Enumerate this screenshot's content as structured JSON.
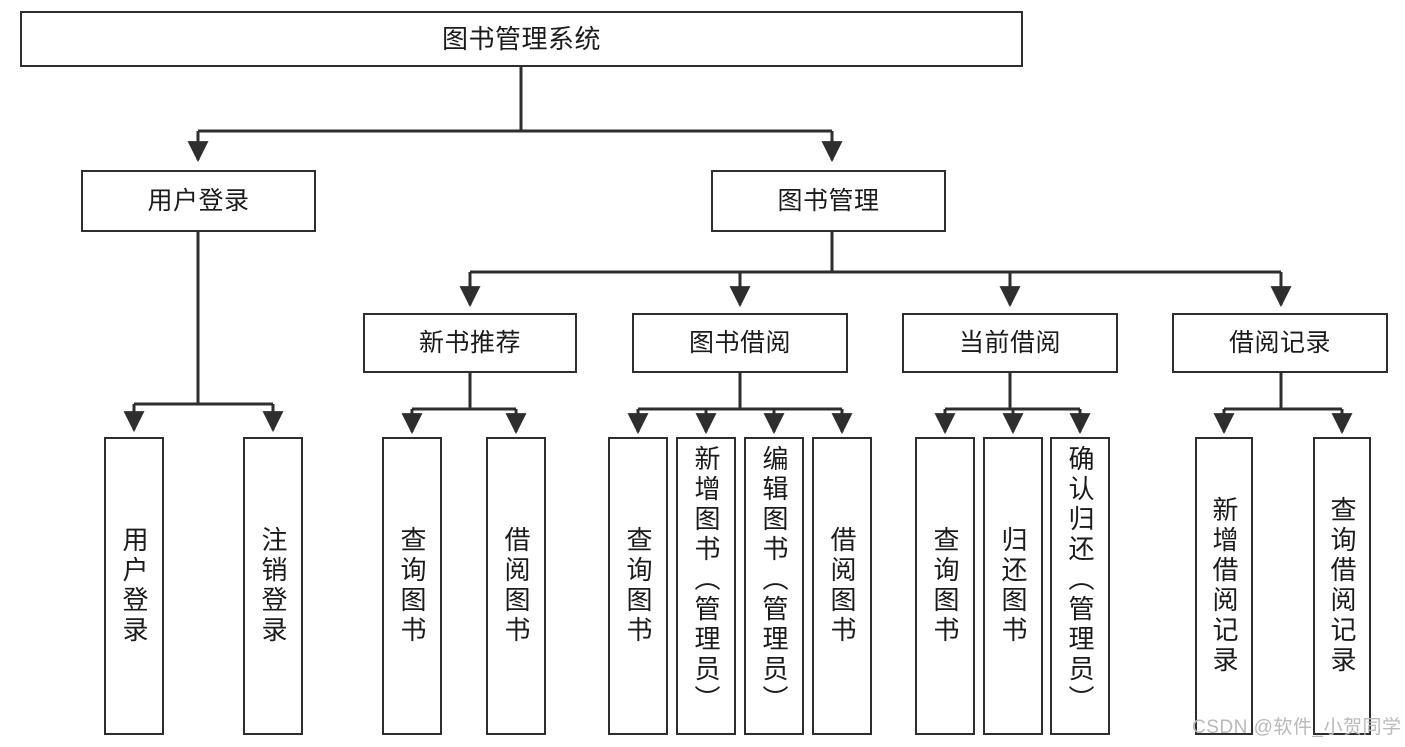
{
  "diagram": {
    "type": "tree-hierarchy",
    "title": "图书管理系统",
    "watermark": "CSDN @软件_小贺同学",
    "colors": {
      "node_border": "#2e2e2e",
      "node_fill": "#ffffff",
      "edge": "#2e2e2e",
      "text": "#1b1b1b",
      "watermark": "#b9b9b9",
      "background": "#ffffff"
    },
    "root": {
      "label": "图书管理系统"
    },
    "level1": [
      {
        "label": "用户登录"
      },
      {
        "label": "图书管理"
      }
    ],
    "level2": [
      {
        "label": "新书推荐"
      },
      {
        "label": "图书借阅"
      },
      {
        "label": "当前借阅"
      },
      {
        "label": "借阅记录"
      }
    ],
    "leaves": {
      "user_login": [
        {
          "label": "用户登录"
        },
        {
          "label": "注销登录"
        }
      ],
      "new_book": [
        {
          "label": "查询图书"
        },
        {
          "label": "借阅图书"
        }
      ],
      "book_borrow": [
        {
          "label": "查询图书"
        },
        {
          "label": "新增图书（管理员）"
        },
        {
          "label": "编辑图书（管理员）"
        },
        {
          "label": "借阅图书"
        }
      ],
      "current_borrow": [
        {
          "label": "查询图书"
        },
        {
          "label": "归还图书"
        },
        {
          "label": "确认归还（管理员）"
        }
      ],
      "borrow_record": [
        {
          "label": "新增借阅记录"
        },
        {
          "label": "查询借阅记录"
        }
      ]
    }
  }
}
